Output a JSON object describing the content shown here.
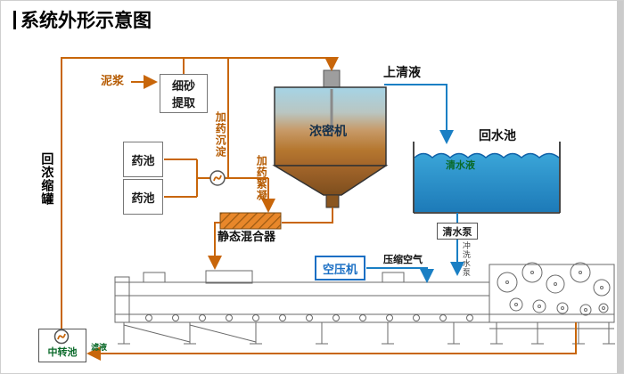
{
  "title": "系统外形示意图",
  "labels": {
    "mud": "泥浆",
    "fine_sand_extraction_lines": [
      "细砂",
      "提取"
    ],
    "chem_pool_1": "药池",
    "chem_pool_2": "药池",
    "dosing_sedimentation": "加药沉淀",
    "dosing_flocculation": "加药絮凝",
    "thickener": "浓密机",
    "supernatant": "上清液",
    "return_water_pool": "回水池",
    "clear_water": "清水液",
    "clear_water_pump": "清水泵",
    "flush_water_pump": "冲洗水泵",
    "static_mixer": "静态混合器",
    "air_compressor": "空压机",
    "compressed_air": "压缩空气",
    "return_to_thickener_tank": "回浓缩罐",
    "transfer_pool": "中转池",
    "filtrate": "滤液"
  },
  "colors": {
    "slurry_line": "#c8660a",
    "water_line": "#1a7fc4",
    "pool_water_top": "#3aa5d8",
    "pool_water_bottom": "#1d7ab8",
    "mixer_fill": "#e8872a",
    "compressor_accent": "#1a6fc4",
    "green_text": "#0a6a2a",
    "label_orange": "#b55a00"
  }
}
